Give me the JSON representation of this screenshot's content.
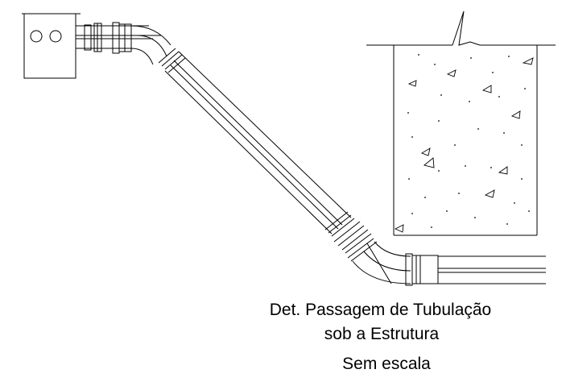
{
  "caption": {
    "title_line1": "Det. Passagem de Tubulação",
    "title_line2": "sob a Estrutura",
    "scale_note": "Sem escala"
  },
  "colors": {
    "line": "#000000",
    "background": "#ffffff"
  }
}
